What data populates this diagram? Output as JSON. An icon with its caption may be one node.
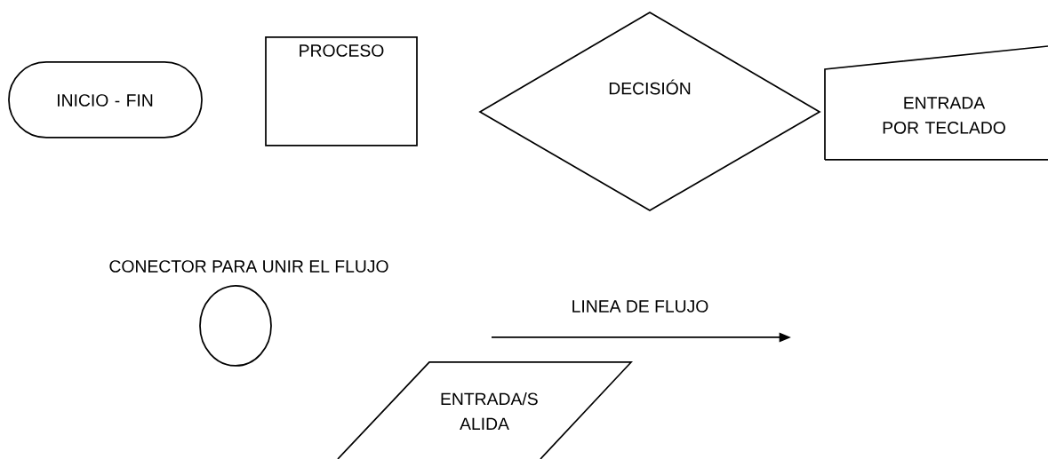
{
  "diagram": {
    "nodes": [
      {
        "text": [
          "INICIO -  FIN"
        ]
      },
      {
        "text": [
          "PROCESO"
        ]
      },
      {
        "text": [
          "DECISIÓN"
        ]
      },
      {
        "text": [
          "ENTRADA POR TECLADO"
        ]
      },
      {
        "text": [],
        "shape": "circle",
        "beside": [
          "CONECTOR PARA UNIR EL FLUJO"
        ]
      },
      {
        "text": [
          "ENTRADA/S ALIDA"
        ]
      }
    ],
    "labels": [
      "LINEA DE FLUJO"
    ]
  }
}
